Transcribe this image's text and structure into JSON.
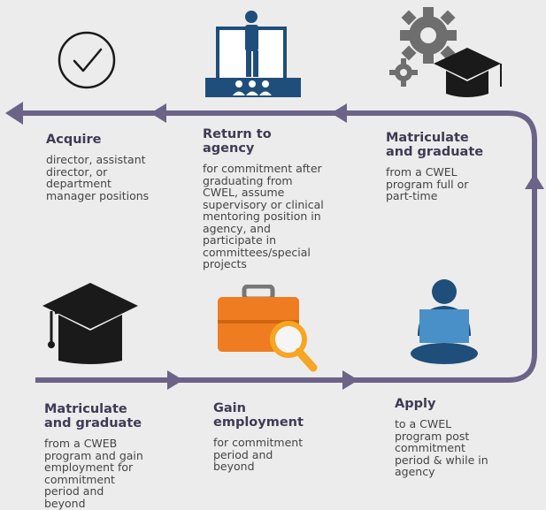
{
  "colors": {
    "background": "#ececec",
    "flow_line": "#6b6388",
    "title_text": "#3f3a55",
    "body_text": "#444444",
    "navy": "#1f4e7a",
    "blue": "#2f7fc3",
    "gear": "#6e6e6e",
    "cap": "#1a1a1a",
    "orange": "#f07c21",
    "gold": "#f5a623"
  },
  "steps": [
    {
      "id": "acquire",
      "icon": "checkmark-circle-icon",
      "title": "Acquire",
      "description": "director, assistant\ndirector, or\ndepartment\nmanager positions"
    },
    {
      "id": "return-to-agency",
      "icon": "presenter-audience-icon",
      "title": "Return to\nagency",
      "description": "for commitment after\ngraduating from\nCWEL, assume\nsupervisory or clinical\nmentoring position in\nagency, and\nparticipate in\ncommittees/special\nprojects"
    },
    {
      "id": "matriculate-cwel",
      "icon": "gears-graduation-cap-icon",
      "title": "Matriculate\nand graduate",
      "description": "from a CWEL\nprogram full or\npart-time"
    },
    {
      "id": "matriculate-cweb",
      "icon": "graduation-cap-icon",
      "title": "Matriculate\nand graduate",
      "description": "from a CWEB\nprogram and gain\nemployment for\ncommitment\nperiod and\nbeyond"
    },
    {
      "id": "gain-employment",
      "icon": "briefcase-magnifier-icon",
      "title": "Gain\nemployment",
      "description": "for commitment\nperiod and\nbeyond"
    },
    {
      "id": "apply",
      "icon": "person-laptop-icon",
      "title": "Apply",
      "description": "to a CWEL\nprogram post\ncommitment\nperiod & while in\nagency"
    }
  ]
}
